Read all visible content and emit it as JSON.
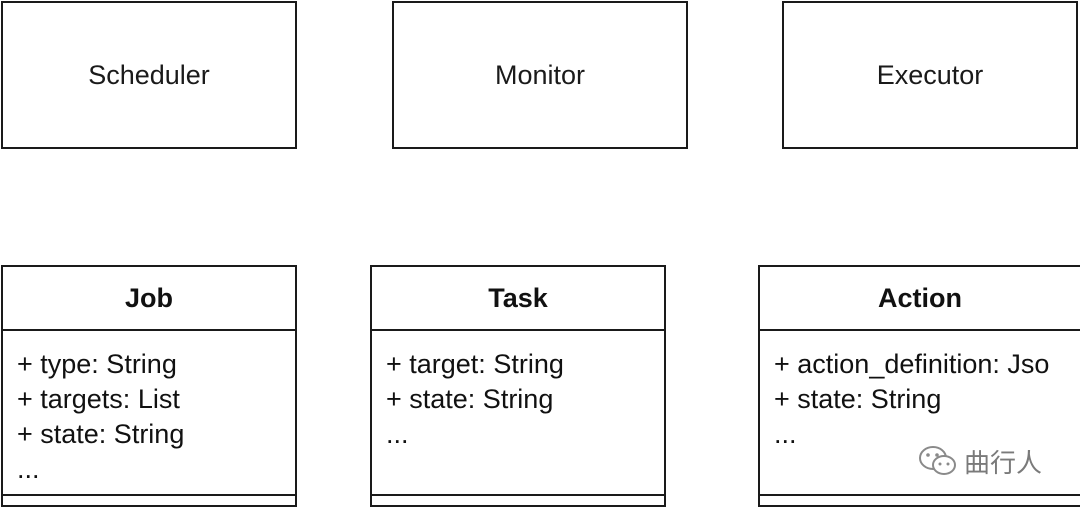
{
  "components": [
    {
      "id": "scheduler",
      "label": "Scheduler"
    },
    {
      "id": "monitor",
      "label": "Monitor"
    },
    {
      "id": "executor",
      "label": "Executor"
    }
  ],
  "classes": [
    {
      "id": "job",
      "name": "Job",
      "attributes": [
        "+ type: String",
        "+ targets: List",
        "+ state: String",
        "..."
      ]
    },
    {
      "id": "task",
      "name": "Task",
      "attributes": [
        "+ target: String",
        "+ state: String",
        "..."
      ]
    },
    {
      "id": "action",
      "name": "Action",
      "attributes": [
        "+ action_definition: Jso",
        "+ state: String",
        "..."
      ]
    }
  ],
  "watermark": {
    "text": "曲行人",
    "icon": "wechat-icon"
  }
}
